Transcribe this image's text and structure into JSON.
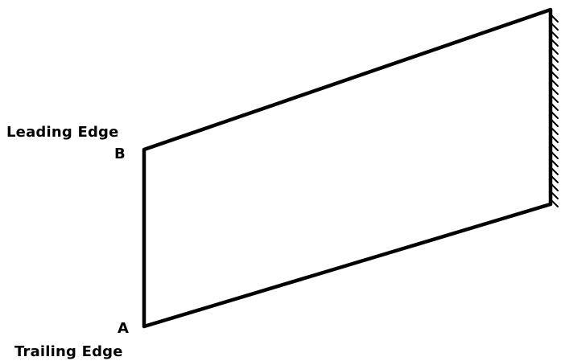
{
  "diagram": {
    "labels": {
      "leading_edge": "Leading Edge",
      "point_b": "B",
      "point_a": "A",
      "trailing_edge": "Trailing Edge"
    },
    "colors": {
      "ink": "#000000",
      "background": "#ffffff"
    },
    "root_support": {
      "hatch_count": 24
    }
  }
}
